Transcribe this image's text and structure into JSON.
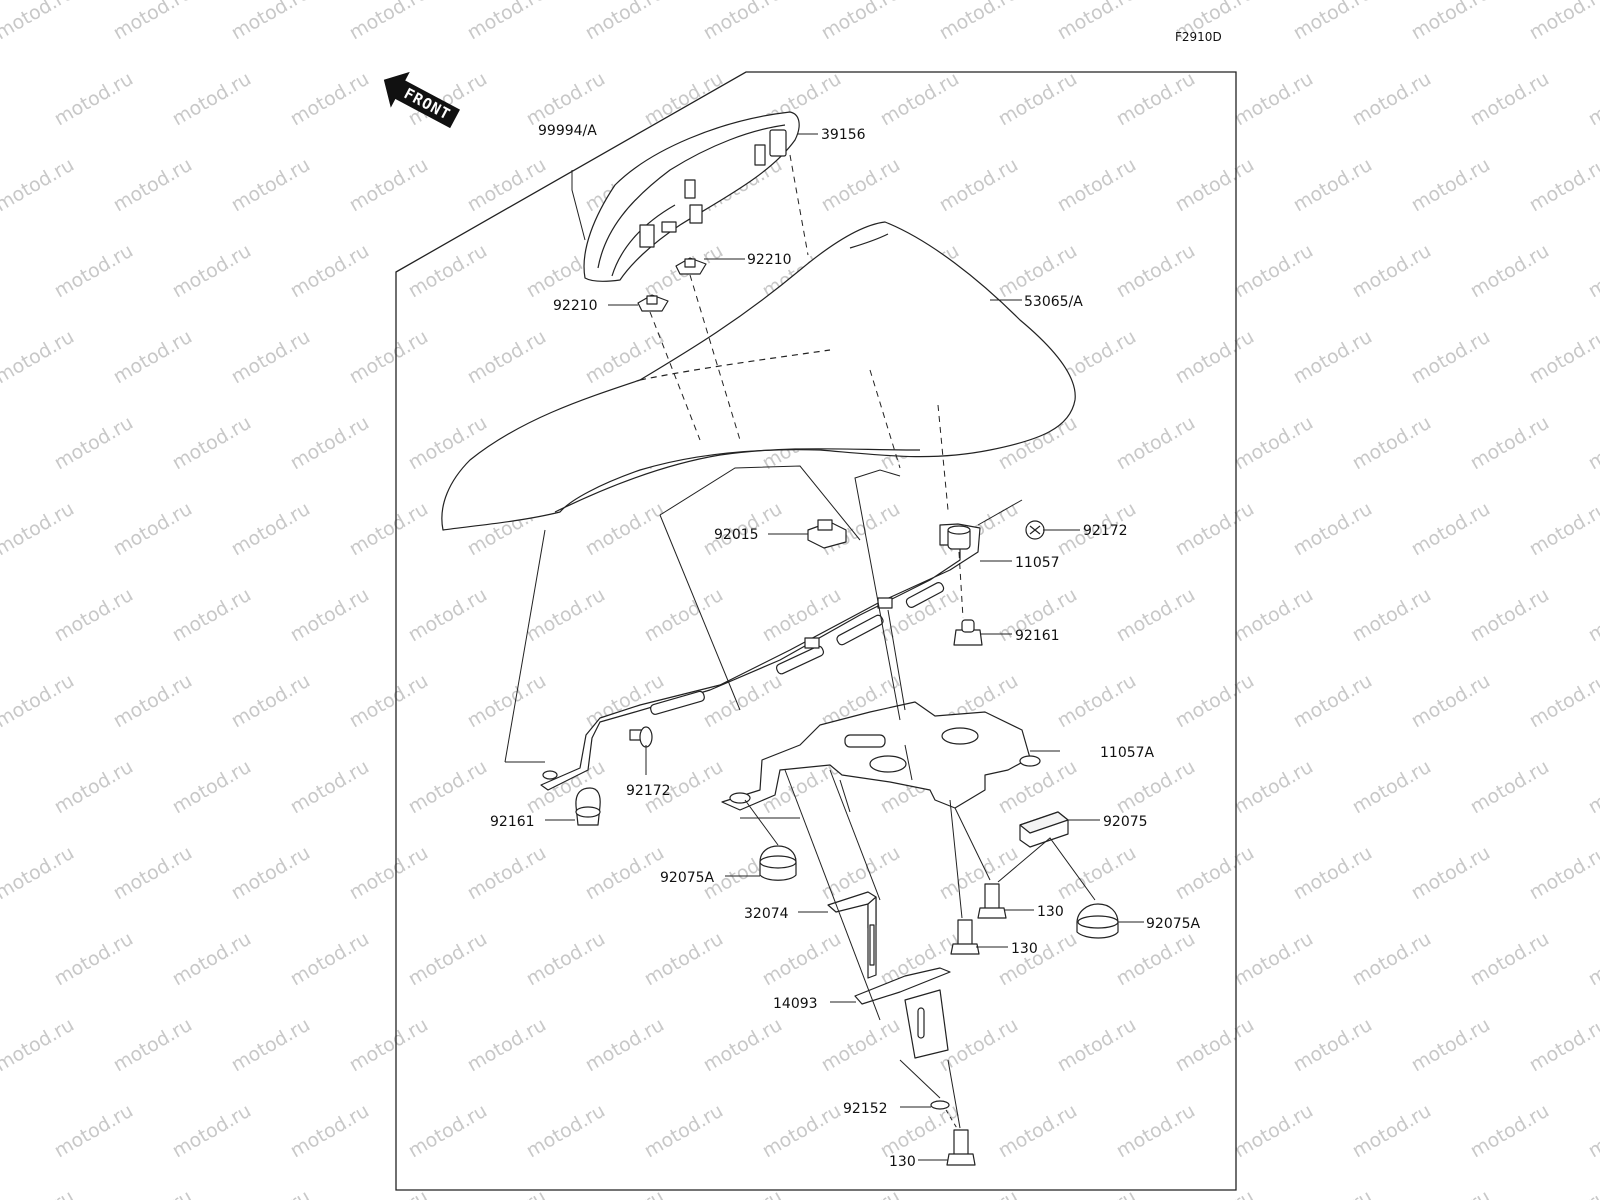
{
  "diagram": {
    "code": "F2910D",
    "front_label": "FRONT",
    "watermark": "motod.ru"
  },
  "parts": {
    "p99994A": "99994/A",
    "p39156": "39156",
    "p92210a": "92210",
    "p92210b": "92210",
    "p53065A": "53065/A",
    "p92015": "92015",
    "p92172a": "92172",
    "p11057": "11057",
    "p92161a": "92161",
    "p92172b": "92172",
    "p92161b": "92161",
    "p11057A": "11057A",
    "p92075": "92075",
    "p92075Aa": "92075A",
    "p32074": "32074",
    "p130a": "130",
    "p130b": "130",
    "p92075Ab": "92075A",
    "p14093": "14093",
    "p92152": "92152",
    "p130c": "130"
  }
}
